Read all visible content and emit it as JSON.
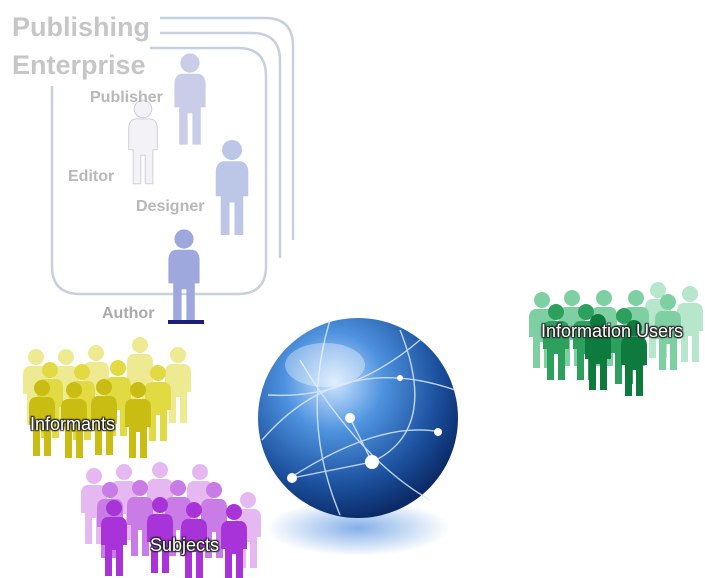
{
  "enterprise": {
    "title_line1": "Publishing",
    "title_line2": "Enterprise",
    "roles": {
      "publisher": "Publisher",
      "editor": "Editor",
      "designer": "Designer",
      "author": "Author"
    }
  },
  "groups": {
    "informants": "Informants",
    "subjects": "Subjects",
    "information_users": "Information Users"
  },
  "colors": {
    "frame": "#c7d0de",
    "publisher": "#c9cde8",
    "editor": "#f2f2f7",
    "designer": "#bcc6e6",
    "author": "#9fa8dc",
    "informants": "#cfc21a",
    "subjects": "#b04be0",
    "information_users": "#2ea05e",
    "globe": "#1d66b8"
  }
}
